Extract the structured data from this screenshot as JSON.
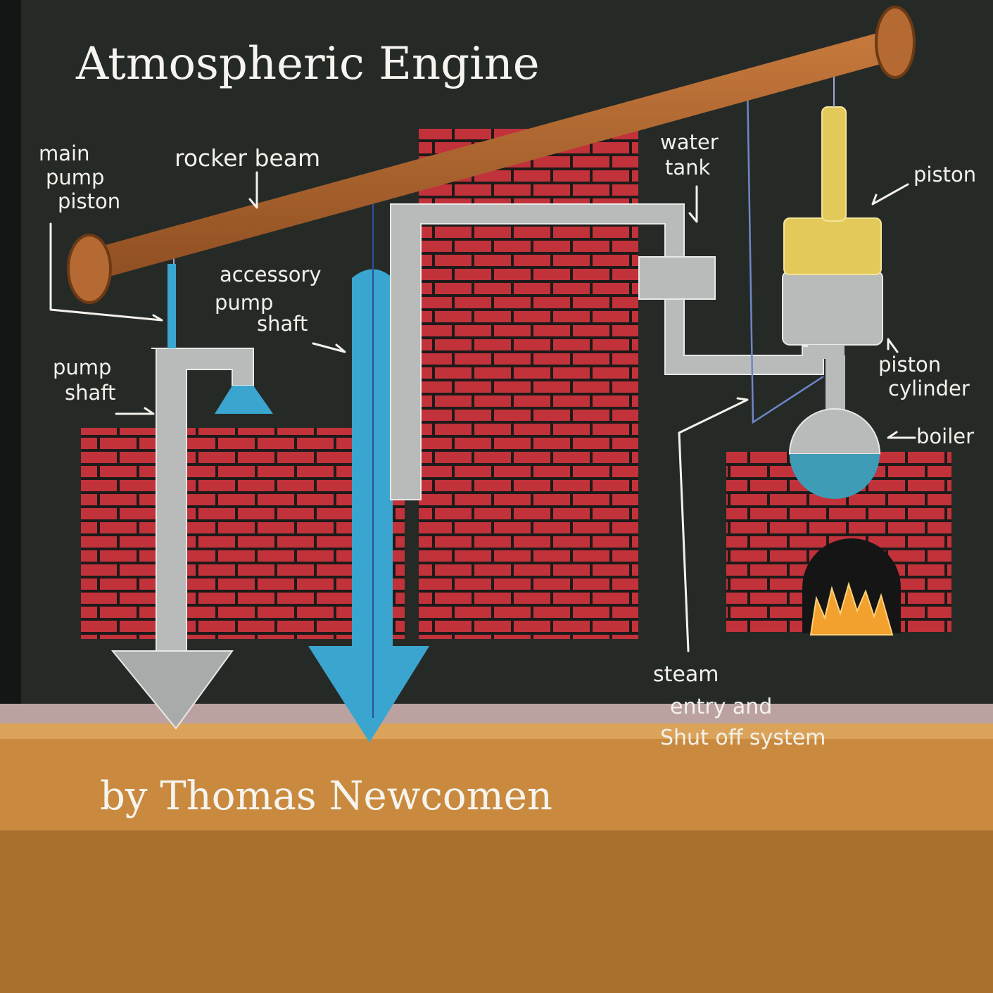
{
  "title": "Atmospheric Engine",
  "credit": "by Thomas Newcomen",
  "labels": {
    "main_pump_piston": [
      "main",
      "pump",
      "piston"
    ],
    "rocker_beam": "rocker beam",
    "accessory_pump_shaft": [
      "accessory",
      "pump",
      "shaft"
    ],
    "pump_shaft": [
      "pump",
      "shaft"
    ],
    "water_tank": [
      "water",
      "tank"
    ],
    "piston": "piston",
    "piston_cylinder": [
      "piston",
      "cylinder"
    ],
    "boiler": "boiler",
    "steam_entry": [
      "steam",
      "entry and",
      "Shut off system"
    ]
  },
  "colors": {
    "chalkboard": "#262a27",
    "brick": "#c2323a",
    "mortar": "#1e1a1a",
    "beam": "#b46a32",
    "pipe": "#b9bbbb",
    "blue_shaft": "#3aa6cf",
    "piston_yellow": "#e3c95a",
    "boiler_water": "#3f9cb7",
    "fire": "#f2a12e",
    "ledge_wood": "#c98a3f"
  }
}
